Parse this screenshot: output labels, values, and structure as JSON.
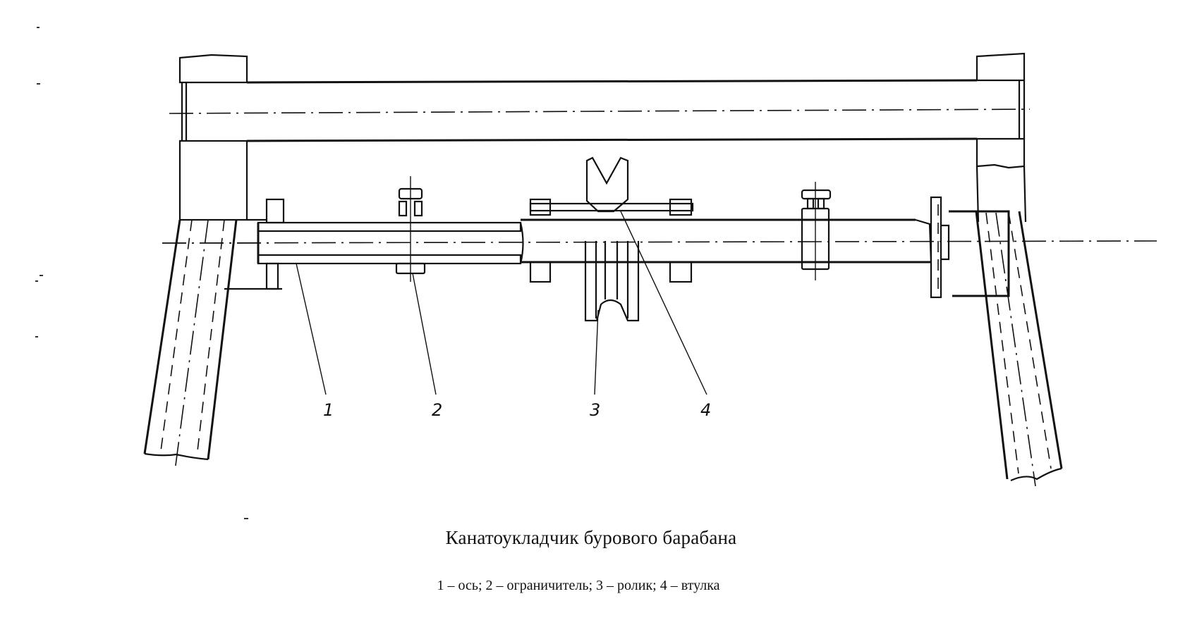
{
  "figure": {
    "title": "Канатоукладчик бурового барабана",
    "legend_text": "1 – ось; 2 – ограничитель; 3 – ролик; 4 – втулка",
    "callouts": [
      {
        "number": "1",
        "part": "ось"
      },
      {
        "number": "2",
        "part": "ограничитель"
      },
      {
        "number": "3",
        "part": "ролик"
      },
      {
        "number": "4",
        "part": "втулка"
      }
    ]
  }
}
